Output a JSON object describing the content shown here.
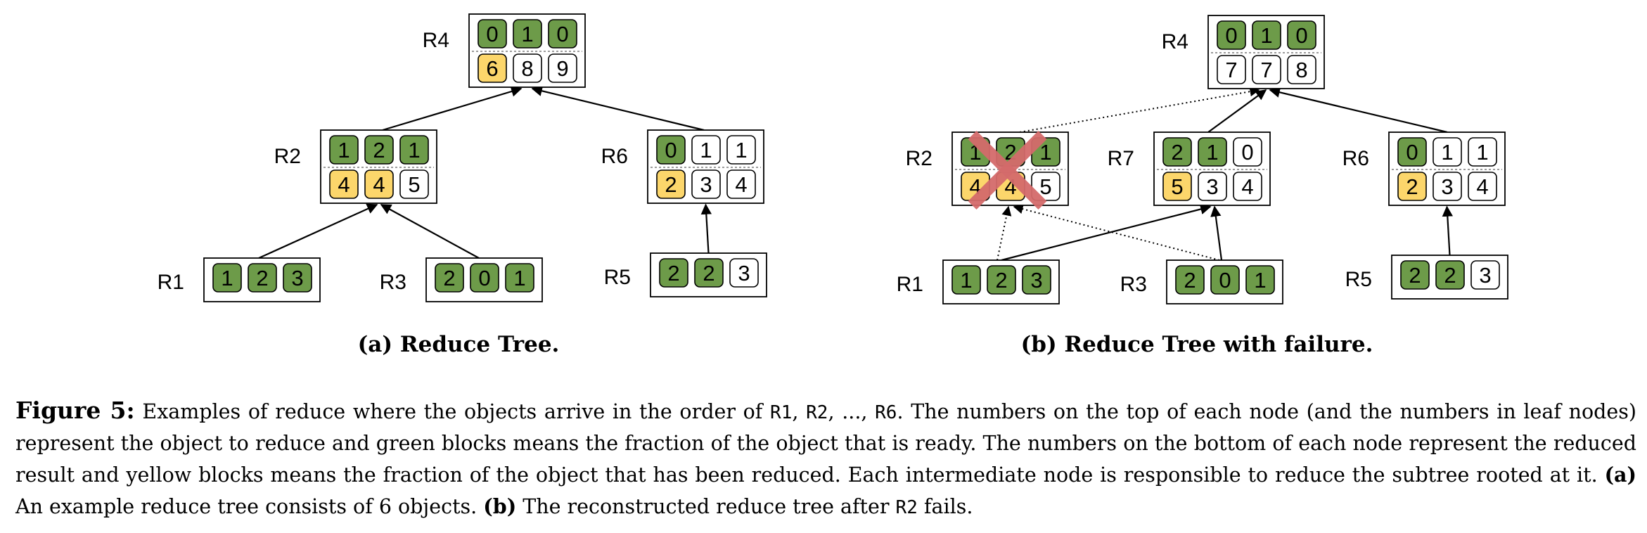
{
  "diagrams": [
    {
      "id": "a",
      "caption": "(a) Reduce Tree.",
      "nodes": [
        {
          "label": "R4",
          "top": [
            "0",
            "1",
            "0"
          ],
          "bottom": [
            "6",
            "8",
            "9"
          ],
          "top_states": [
            "g",
            "g",
            "g"
          ],
          "bottom_states": [
            "y",
            "w",
            "w"
          ]
        },
        {
          "label": "R2",
          "top": [
            "1",
            "2",
            "1"
          ],
          "bottom": [
            "4",
            "4",
            "5"
          ],
          "top_states": [
            "g",
            "g",
            "g"
          ],
          "bottom_states": [
            "y",
            "y",
            "w"
          ]
        },
        {
          "label": "R6",
          "top": [
            "0",
            "1",
            "1"
          ],
          "bottom": [
            "2",
            "3",
            "4"
          ],
          "top_states": [
            "g",
            "w",
            "w"
          ],
          "bottom_states": [
            "y",
            "w",
            "w"
          ]
        },
        {
          "label": "R1",
          "top": [
            "1",
            "2",
            "3"
          ],
          "top_states": [
            "g",
            "g",
            "g"
          ]
        },
        {
          "label": "R3",
          "top": [
            "2",
            "0",
            "1"
          ],
          "top_states": [
            "g",
            "g",
            "g"
          ]
        },
        {
          "label": "R5",
          "top": [
            "2",
            "2",
            "3"
          ],
          "top_states": [
            "g",
            "g",
            "w"
          ]
        }
      ],
      "edges": [
        {
          "from": "R2",
          "to": "R4",
          "style": "solid"
        },
        {
          "from": "R6",
          "to": "R4",
          "style": "solid"
        },
        {
          "from": "R1",
          "to": "R2",
          "style": "solid"
        },
        {
          "from": "R3",
          "to": "R2",
          "style": "solid"
        },
        {
          "from": "R5",
          "to": "R6",
          "style": "solid"
        }
      ]
    },
    {
      "id": "b",
      "caption": "(b) Reduce Tree with failure.",
      "nodes": [
        {
          "label": "R4",
          "top": [
            "0",
            "1",
            "0"
          ],
          "bottom": [
            "7",
            "7",
            "8"
          ],
          "top_states": [
            "g",
            "g",
            "g"
          ],
          "bottom_states": [
            "w",
            "w",
            "w"
          ]
        },
        {
          "label": "R2",
          "top": [
            "1",
            "2",
            "1"
          ],
          "bottom": [
            "4",
            "4",
            "5"
          ],
          "top_states": [
            "g",
            "g",
            "g"
          ],
          "bottom_states": [
            "y",
            "y",
            "w"
          ],
          "failed": true
        },
        {
          "label": "R7",
          "top": [
            "2",
            "1",
            "0"
          ],
          "bottom": [
            "5",
            "3",
            "4"
          ],
          "top_states": [
            "g",
            "g",
            "w"
          ],
          "bottom_states": [
            "y",
            "w",
            "w"
          ]
        },
        {
          "label": "R6",
          "top": [
            "0",
            "1",
            "1"
          ],
          "bottom": [
            "2",
            "3",
            "4"
          ],
          "top_states": [
            "g",
            "w",
            "w"
          ],
          "bottom_states": [
            "y",
            "w",
            "w"
          ]
        },
        {
          "label": "R1",
          "top": [
            "1",
            "2",
            "3"
          ],
          "top_states": [
            "g",
            "g",
            "g"
          ]
        },
        {
          "label": "R3",
          "top": [
            "2",
            "0",
            "1"
          ],
          "top_states": [
            "g",
            "g",
            "g"
          ]
        },
        {
          "label": "R5",
          "top": [
            "2",
            "2",
            "3"
          ],
          "top_states": [
            "g",
            "g",
            "w"
          ]
        }
      ],
      "edges": [
        {
          "from": "R2",
          "to": "R4",
          "style": "dotted"
        },
        {
          "from": "R7",
          "to": "R4",
          "style": "solid"
        },
        {
          "from": "R6",
          "to": "R4",
          "style": "solid"
        },
        {
          "from": "R1",
          "to": "R2",
          "style": "dotted"
        },
        {
          "from": "R3",
          "to": "R2",
          "style": "dotted"
        },
        {
          "from": "R1",
          "to": "R7",
          "style": "solid"
        },
        {
          "from": "R3",
          "to": "R7",
          "style": "solid"
        },
        {
          "from": "R5",
          "to": "R6",
          "style": "solid"
        }
      ]
    }
  ],
  "colors": {
    "green": "#6d9b49",
    "yellow": "#fcd66b",
    "white": "#ffffff",
    "failure_x": "#d46b6b",
    "stroke": "#000000"
  },
  "caption": {
    "label": "Figure 5:",
    "t1": " Examples of reduce where the objects arrive in the order of ",
    "c1": "R1",
    "t2": ", ",
    "c2": "R2",
    "t3": ", ..., ",
    "c3": "R6",
    "t4": ". The numbers on the top of each node (and the numbers in leaf nodes) represent the object to reduce and green blocks means the fraction of the object that is ready. The numbers on the bottom of each node represent the reduced result and yellow blocks means the fraction of the object that has been reduced. Each intermediate node is responsible to reduce the subtree rooted at it. ",
    "b1": "(a)",
    "t5": " An example reduce tree consists of 6 objects. ",
    "b2": "(b)",
    "t6": " The reconstructed reduce tree after ",
    "c4": "R2",
    "t7": " fails."
  }
}
